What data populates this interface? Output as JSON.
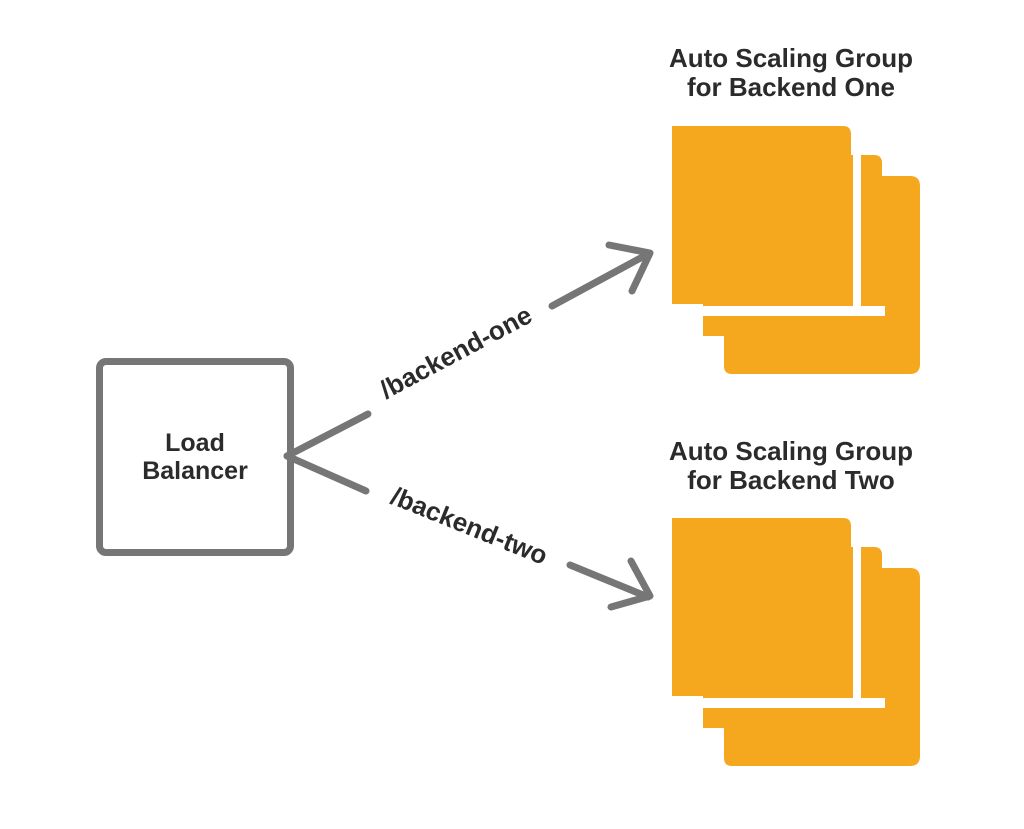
{
  "load_balancer": {
    "label": "Load\nBalancer"
  },
  "routes": [
    {
      "path": "/backend-one"
    },
    {
      "path": "/backend-two"
    }
  ],
  "groups": [
    {
      "title_line1": "Auto Scaling Group",
      "title_line2": "for Backend One"
    },
    {
      "title_line1": "Auto Scaling Group",
      "title_line2": "for Backend Two"
    }
  ],
  "colors": {
    "instance_fill": "#F5A71E",
    "connector": "#767676",
    "text": "#2b2b2b",
    "background": "#ffffff"
  },
  "icons": {
    "instance_stack": "stacked-instances-icon",
    "arrow": "arrowhead-icon"
  }
}
